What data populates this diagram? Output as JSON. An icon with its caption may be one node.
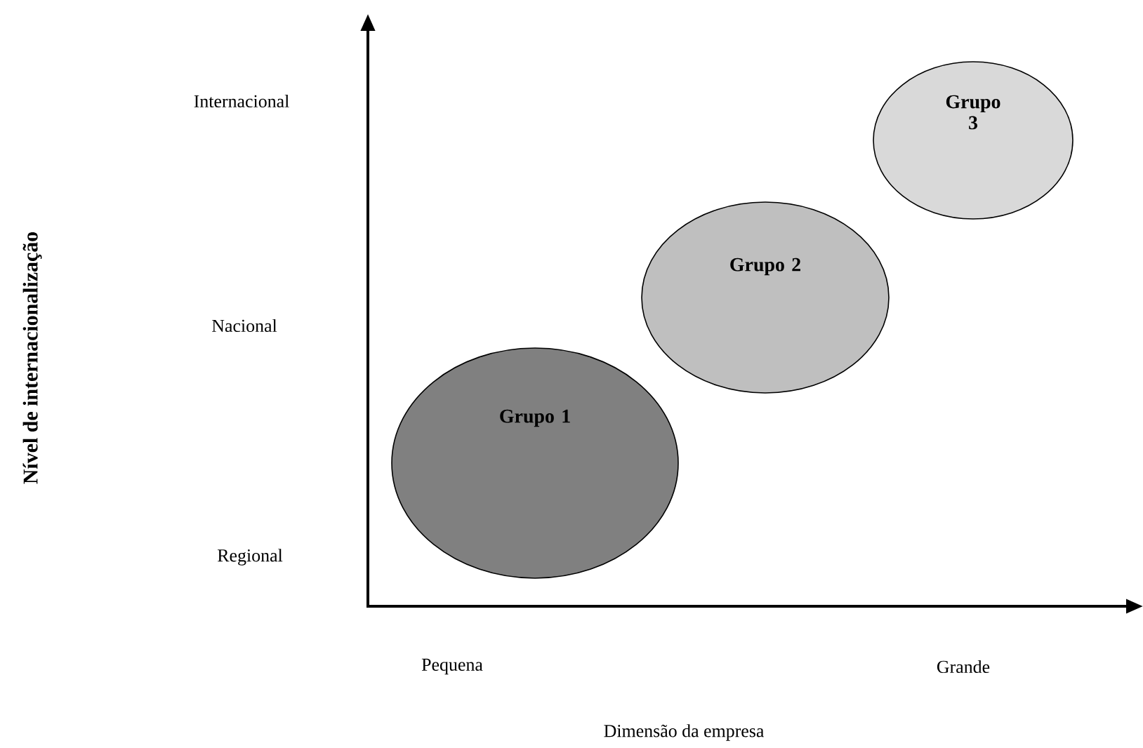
{
  "diagram": {
    "nodes": [
      {
        "text": [
          "Grupo 1"
        ]
      },
      {
        "text": [
          "Grupo 2"
        ]
      },
      {
        "text": [
          "Grupo 3"
        ]
      }
    ],
    "edges": [],
    "labels": [
      "Internacional",
      "Nível de internacionalização",
      "Nacional",
      "Regional",
      "Pequena",
      "Grande",
      "Dimensão da empresa"
    ]
  }
}
